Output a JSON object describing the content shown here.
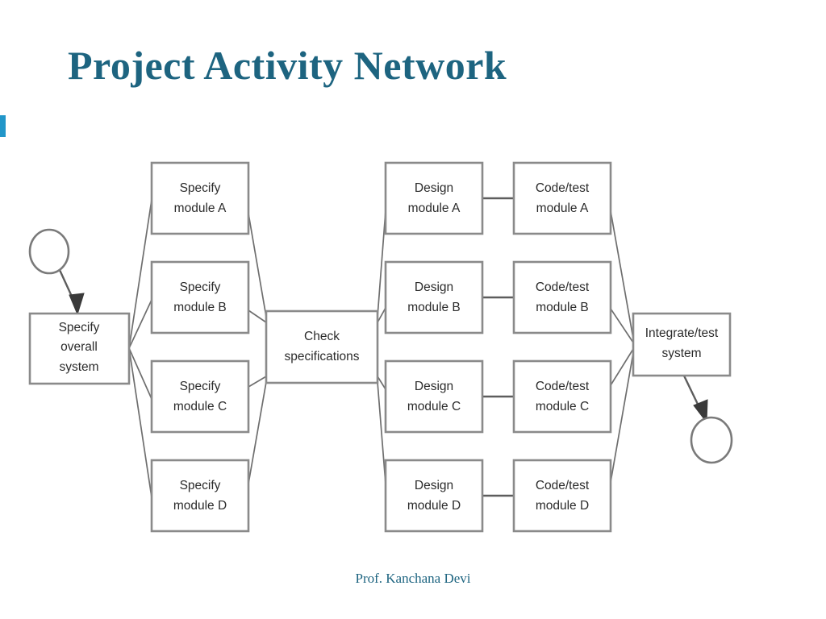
{
  "slide": {
    "title": "Project Activity Network",
    "footer": "Prof. Kanchana Devi",
    "accent_color": "#2196c9",
    "title_color": "#1d6480",
    "background_color": "#ffffff"
  },
  "diagram": {
    "type": "activity-network",
    "start_node": "start-circle",
    "end_node": "end-circle",
    "nodes": {
      "specify_overall": {
        "line1": "Specify",
        "line2": "overall",
        "line3": "system"
      },
      "specify_a": {
        "line1": "Specify",
        "line2": "module A"
      },
      "specify_b": {
        "line1": "Specify",
        "line2": "module B"
      },
      "specify_c": {
        "line1": "Specify",
        "line2": "module C"
      },
      "specify_d": {
        "line1": "Specify",
        "line2": "module D"
      },
      "check_specs": {
        "line1": "Check",
        "line2": "specifications"
      },
      "design_a": {
        "line1": "Design",
        "line2": "module A"
      },
      "design_b": {
        "line1": "Design",
        "line2": "module B"
      },
      "design_c": {
        "line1": "Design",
        "line2": "module C"
      },
      "design_d": {
        "line1": "Design",
        "line2": "module D"
      },
      "codetest_a": {
        "line1": "Code/test",
        "line2": "module A"
      },
      "codetest_b": {
        "line1": "Code/test",
        "line2": "module B"
      },
      "codetest_c": {
        "line1": "Code/test",
        "line2": "module C"
      },
      "codetest_d": {
        "line1": "Code/test",
        "line2": "module D"
      },
      "integrate": {
        "line1": "Integrate/test",
        "line2": "system"
      }
    },
    "colors": {
      "box_stroke": "#8a8a8a",
      "box_fill": "#ffffff",
      "edge_stroke": "#6e6e6e",
      "text": "#2b2b2b"
    }
  }
}
